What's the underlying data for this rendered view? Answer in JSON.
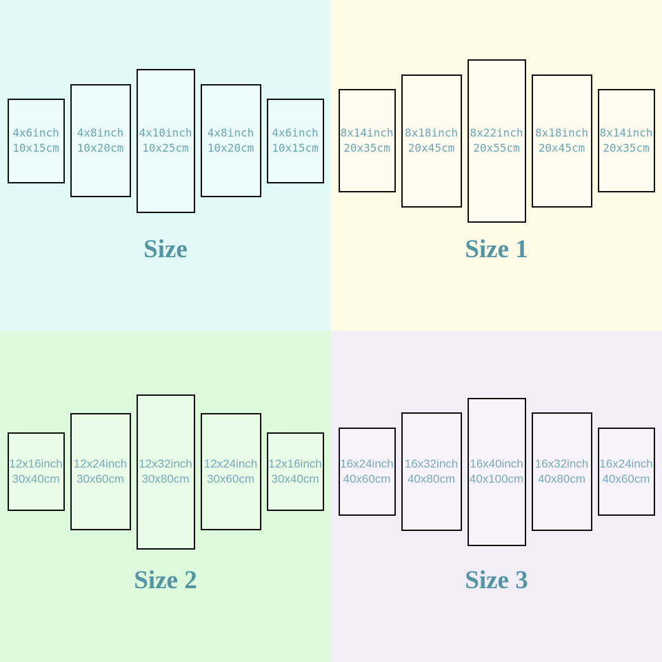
{
  "colors": {
    "quad_backgrounds": [
      "#e1f9f7",
      "#fdfbe6",
      "#dcf9dc",
      "#f2eef8"
    ],
    "label_teal": "#6ba6b6",
    "title_teal": "#5494a3",
    "panel_border": "#101010"
  },
  "sections": [
    {
      "title": "Size",
      "background": "#e1f9f7",
      "panels": [
        {
          "inch": "4x6inch",
          "cm": "10x15cm"
        },
        {
          "inch": "4x8inch",
          "cm": "10x20cm"
        },
        {
          "inch": "4x10inch",
          "cm": "10x25cm"
        },
        {
          "inch": "4x8inch",
          "cm": "10x20cm"
        },
        {
          "inch": "4x6inch",
          "cm": "10x15cm"
        }
      ]
    },
    {
      "title": "Size 1",
      "background": "#fdfbe6",
      "panels": [
        {
          "inch": "8x14inch",
          "cm": "20x35cm"
        },
        {
          "inch": "8x18inch",
          "cm": "20x45cm"
        },
        {
          "inch": "8x22inch",
          "cm": "20x55cm"
        },
        {
          "inch": "8x18inch",
          "cm": "20x45cm"
        },
        {
          "inch": "8x14inch",
          "cm": "20x35cm"
        }
      ]
    },
    {
      "title": "Size 2",
      "background": "#dcf9dc",
      "panels": [
        {
          "inch": "12x16inch",
          "cm": "30x40cm"
        },
        {
          "inch": "12x24inch",
          "cm": "30x60cm"
        },
        {
          "inch": "12x32inch",
          "cm": "30x80cm"
        },
        {
          "inch": "12x24inch",
          "cm": "30x60cm"
        },
        {
          "inch": "12x16inch",
          "cm": "30x40cm"
        }
      ]
    },
    {
      "title": "Size 3",
      "background": "#f2eef8",
      "panels": [
        {
          "inch": "16x24inch",
          "cm": "40x60cm"
        },
        {
          "inch": "16x32inch",
          "cm": "40x80cm"
        },
        {
          "inch": "16x40inch",
          "cm": "40x100cm"
        },
        {
          "inch": "16x32inch",
          "cm": "40x80cm"
        },
        {
          "inch": "16x24inch",
          "cm": "40x60cm"
        }
      ]
    }
  ]
}
